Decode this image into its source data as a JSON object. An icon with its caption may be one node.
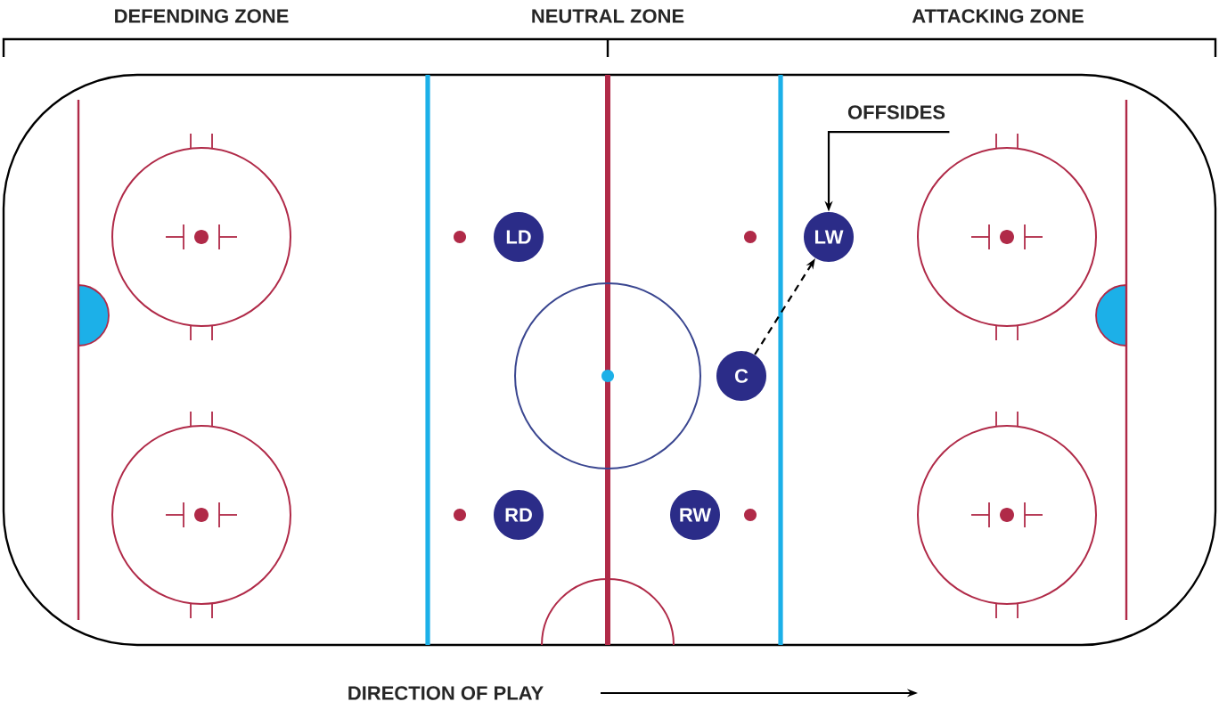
{
  "diagram": {
    "nodes": [
      {
        "text": [
          "OFFSIDES"
        ]
      },
      {
        "text": [
          "LD"
        ]
      },
      {
        "text": [
          "LW"
        ]
      },
      {
        "text": [
          "C"
        ]
      },
      {
        "text": [
          "RD"
        ]
      },
      {
        "text": [
          "RW"
        ]
      }
    ],
    "edges": [
      {
        "from": 0,
        "to": 2,
        "arrow": "to"
      },
      {
        "from": 3,
        "to": 2,
        "arrow": "to",
        "style": "dashed"
      }
    ],
    "labels": [
      "DEFENDING ZONE",
      "NEUTRAL ZONE",
      "ATTACKING ZONE",
      "DIRECTION OF PLAY"
    ]
  }
}
